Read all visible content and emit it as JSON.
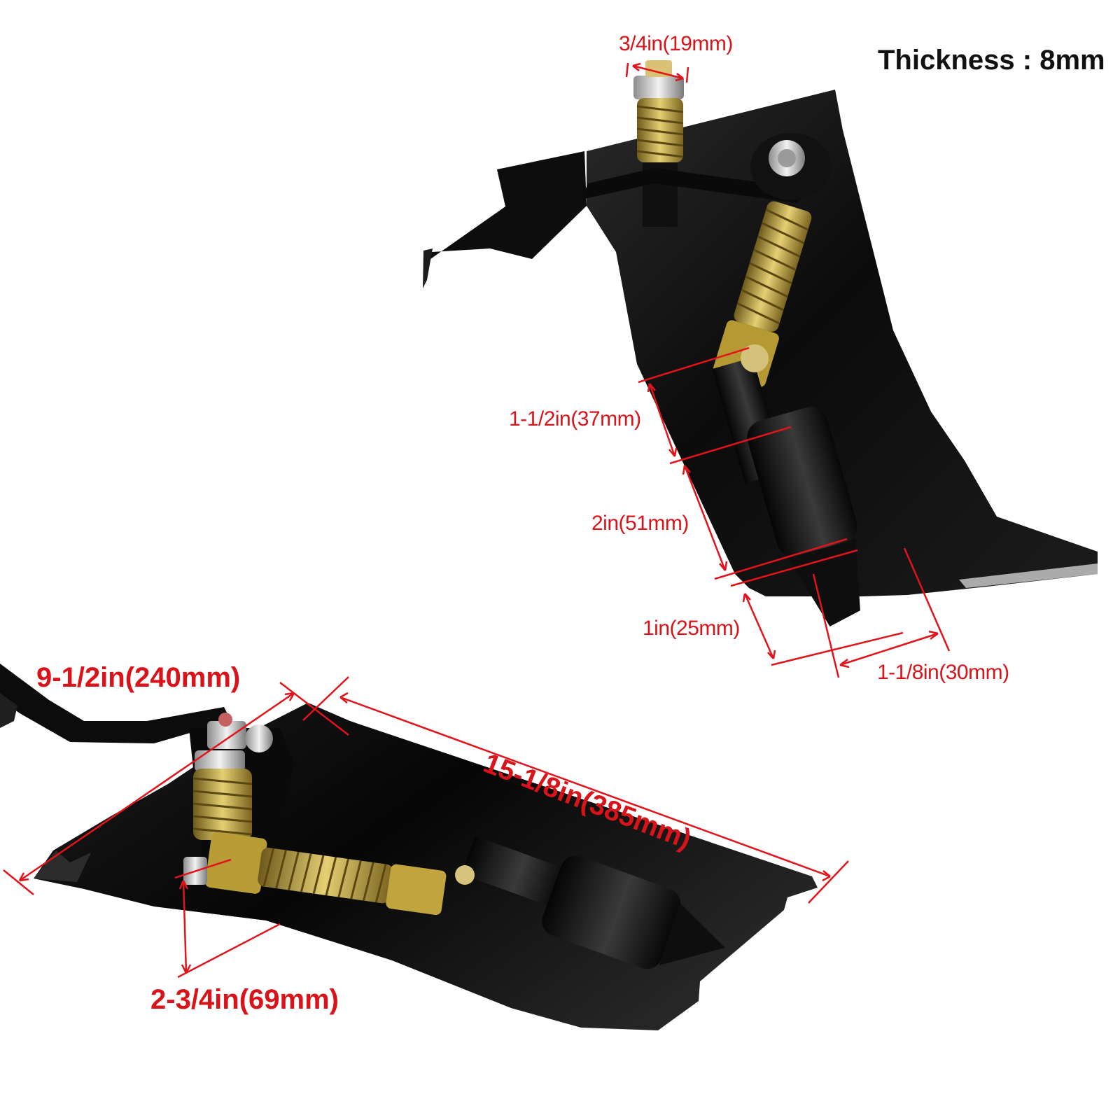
{
  "thickness": "Thickness : 8mm",
  "dimensions": {
    "bolt_width": "3/4in(19mm)",
    "pin_offset": "1-1/2in(37mm)",
    "sleeve_length": "2in(51mm)",
    "tip_length": "1in(25mm)",
    "tip_diameter": "1-1/8in(30mm)",
    "plate_width": "9-1/2in(240mm)",
    "plate_length": "15-1/8in(385mm)",
    "spring_height": "2-3/4in(69mm)"
  },
  "colors": {
    "dimension_red": "#e0141a",
    "steel_black": "#0c0c0c",
    "spring_zinc": "#c7a93c"
  }
}
